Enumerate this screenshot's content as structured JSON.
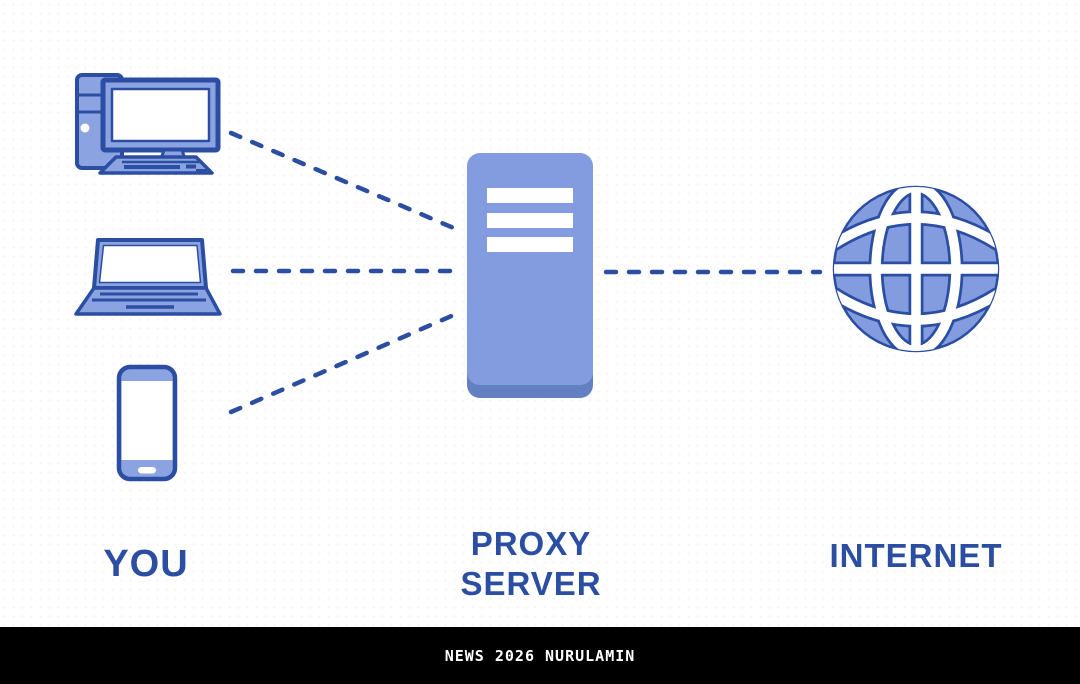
{
  "diagram": {
    "you": {
      "label": "YOU",
      "devices": [
        "desktop-computer",
        "laptop",
        "smartphone"
      ]
    },
    "proxy_server": {
      "label_line1": "PROXY",
      "label_line2": "SERVER"
    },
    "internet": {
      "label": "INTERNET"
    },
    "connections": [
      {
        "from": "desktop-computer",
        "to": "proxy-server",
        "style": "dashed"
      },
      {
        "from": "laptop",
        "to": "proxy-server",
        "style": "dashed"
      },
      {
        "from": "smartphone",
        "to": "proxy-server",
        "style": "dashed"
      },
      {
        "from": "proxy-server",
        "to": "internet",
        "style": "dashed"
      }
    ],
    "colors": {
      "device_fill": "#8CA3E2",
      "server_fill": "#829CDF",
      "server_base": "#6380C2",
      "outline": "#2B4EA2",
      "label_text": "#2B4EA2",
      "connection_line": "#2B4EA2",
      "screen_white": "#FFFFFF"
    }
  },
  "footer": {
    "text": "NEWS 2026 NURULAMIN",
    "background_color": "#000000",
    "text_color": "#FFFFFF"
  }
}
